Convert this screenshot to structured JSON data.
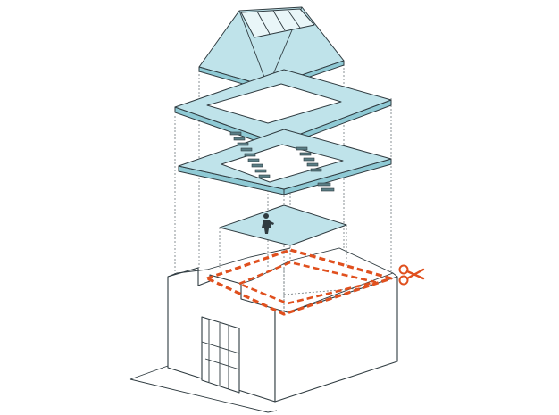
{
  "diagram": {
    "type": "exploded-axonometric",
    "layers": [
      "roof-with-skylight",
      "upper-floor-slab",
      "middle-floor-slab-with-stairs",
      "mezzanine-platform",
      "existing-building-shell"
    ],
    "colors": {
      "slab": "#bfe3ea",
      "slab_side": "#8fcad5",
      "line": "#2f3b40",
      "cut_line": "#e0501e"
    },
    "icons": [
      "scissors-icon",
      "person-figure-icon"
    ]
  }
}
